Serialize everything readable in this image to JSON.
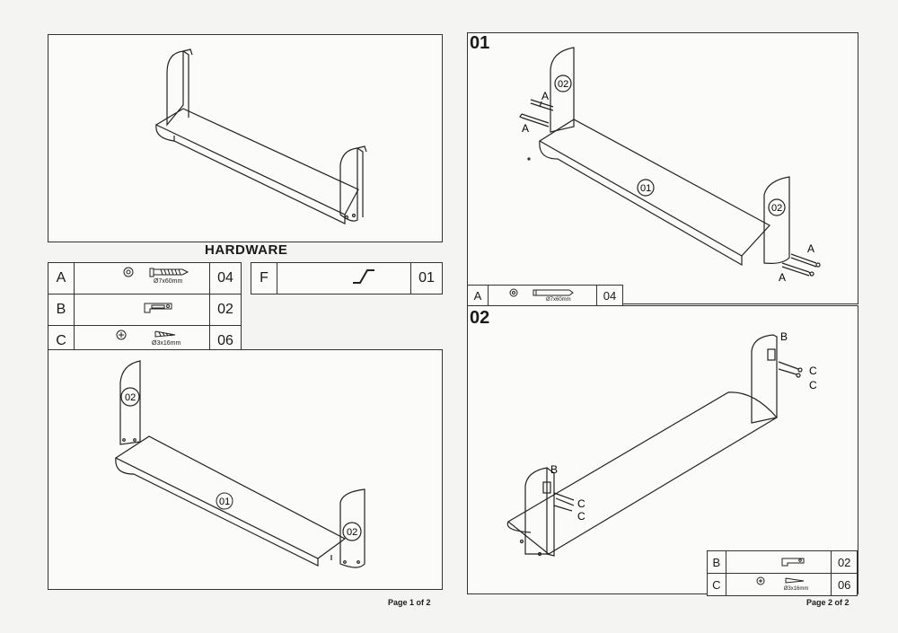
{
  "hardware": {
    "title": "HARDWARE",
    "items": [
      {
        "letter": "A",
        "spec": "Ø7x60mm",
        "qty": "04"
      },
      {
        "letter": "B",
        "spec": "",
        "qty": "02"
      },
      {
        "letter": "C",
        "spec": "Ø3x16mm",
        "qty": "06"
      },
      {
        "letter": "F",
        "spec": "",
        "qty": "01"
      }
    ]
  },
  "step1": {
    "number": "01",
    "callouts": {
      "panel": "01",
      "side_left": "02",
      "side_right": "02"
    },
    "fastener": "A",
    "table": {
      "letter": "A",
      "spec": "Ø7x60mm",
      "qty": "04"
    }
  },
  "step2": {
    "number": "02",
    "labels": {
      "bracket": "B",
      "screw": "C"
    },
    "table": [
      {
        "letter": "B",
        "spec": "",
        "qty": "02"
      },
      {
        "letter": "C",
        "spec": "Ø3x16mm",
        "qty": "06"
      }
    ]
  },
  "exploded": {
    "callouts": {
      "panel": "01",
      "side_left": "02",
      "side_right": "02"
    }
  },
  "footer": {
    "page1": "Page 1 of 2",
    "page2": "Page 2 of 2"
  }
}
